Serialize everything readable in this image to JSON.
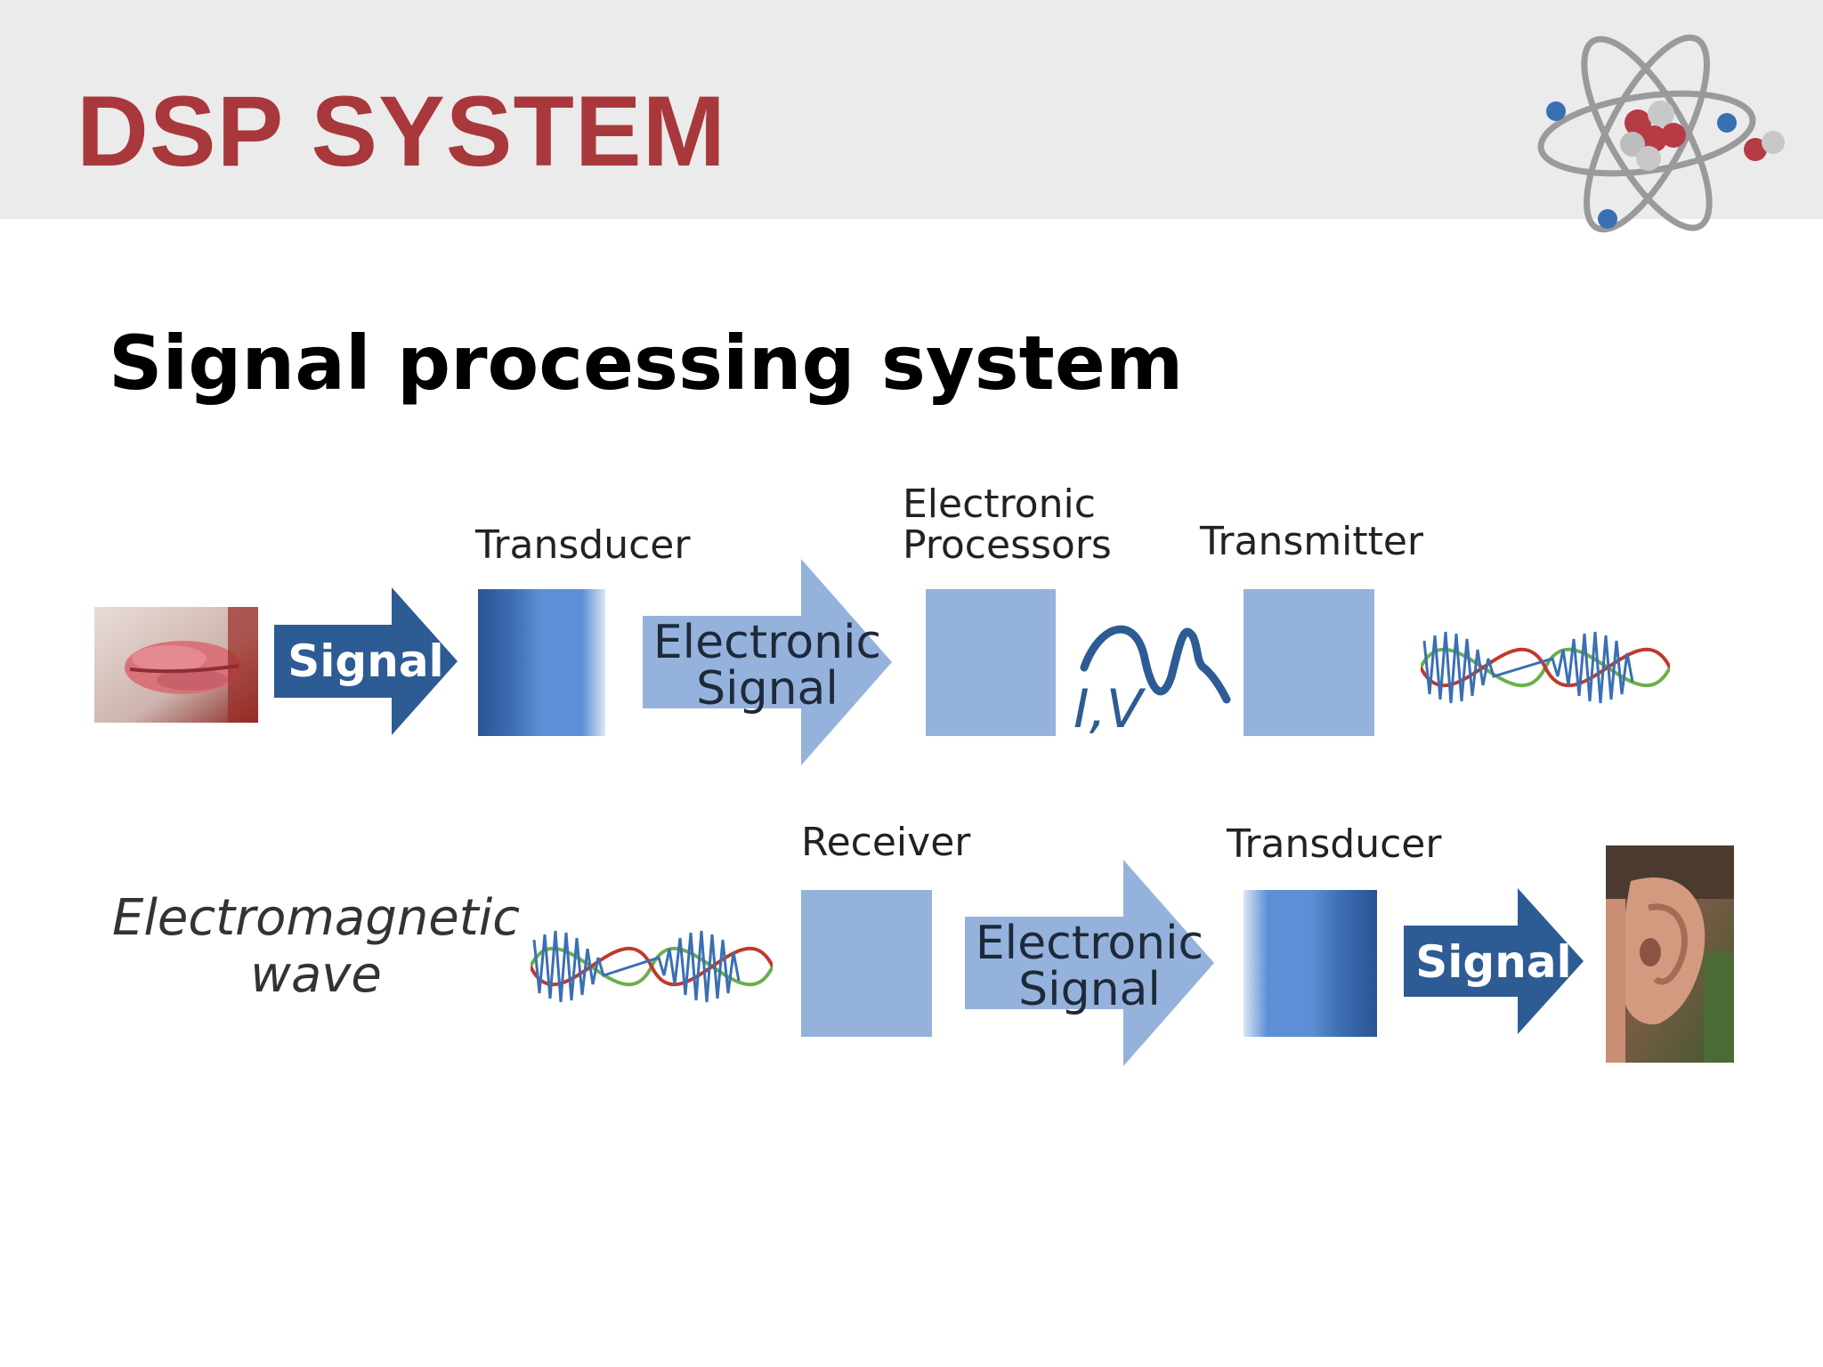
{
  "header": {
    "title": "DSP SYSTEM"
  },
  "main": {
    "subtitle": "Signal processing system"
  },
  "diagram": {
    "row1": {
      "arrow_signal": "Signal",
      "transducer_label": "Transducer",
      "arrow_electronic": [
        "Electronic",
        "Signal"
      ],
      "processors_label": [
        "Electronic",
        "Processors"
      ],
      "wave_axis_label": "I,V",
      "transmitter_label": "Transmitter"
    },
    "row2": {
      "em_label": [
        "Electromagnetic",
        "wave"
      ],
      "receiver_label": "Receiver",
      "arrow_electronic": [
        "Electronic",
        "Signal"
      ],
      "transducer_label": "Transducer",
      "arrow_signal": "Signal"
    }
  },
  "colors": {
    "title": "#a8383b",
    "dark_arrow": "#2d5b94",
    "light_arrow": "#95b2dc",
    "box": "#95b2dc"
  },
  "icons": [
    "atom-logo-icon",
    "mouth-photo",
    "ear-photo",
    "em-wave-icon",
    "analog-signal-icon"
  ]
}
